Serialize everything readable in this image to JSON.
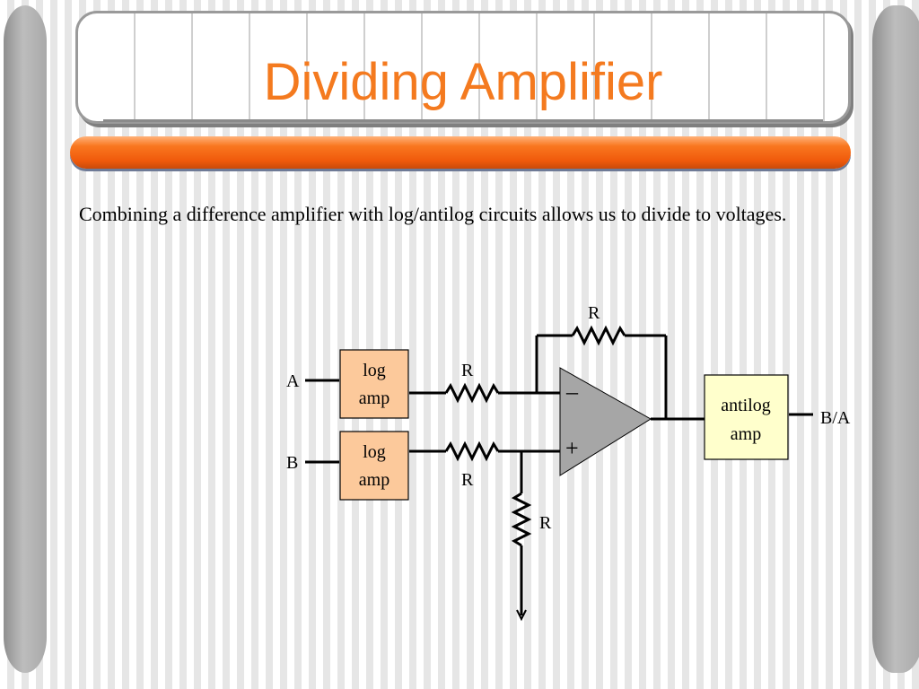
{
  "slide": {
    "title": "Dividing Amplifier",
    "intro": "Combining a difference amplifier with log/antilog circuits allows us to divide to voltages."
  },
  "circuit": {
    "input_a": "A",
    "input_b": "B",
    "output": "B/A",
    "log_amp_top": [
      "log",
      "amp"
    ],
    "log_amp_bottom": [
      "log",
      "amp"
    ],
    "antilog_amp": [
      "antilog",
      "amp"
    ],
    "resistor_feedback": "R",
    "resistor_input_top": "R",
    "resistor_input_bottom": "R",
    "resistor_ground": "R",
    "opamp_minus": "–",
    "opamp_plus": "+"
  },
  "colors": {
    "title": "#f47a1f",
    "orange_bar": "#f9771f",
    "log_amp_fill": "#fcc99b",
    "antilog_fill": "#ffffcc",
    "opamp_fill": "#a6a6a6"
  }
}
